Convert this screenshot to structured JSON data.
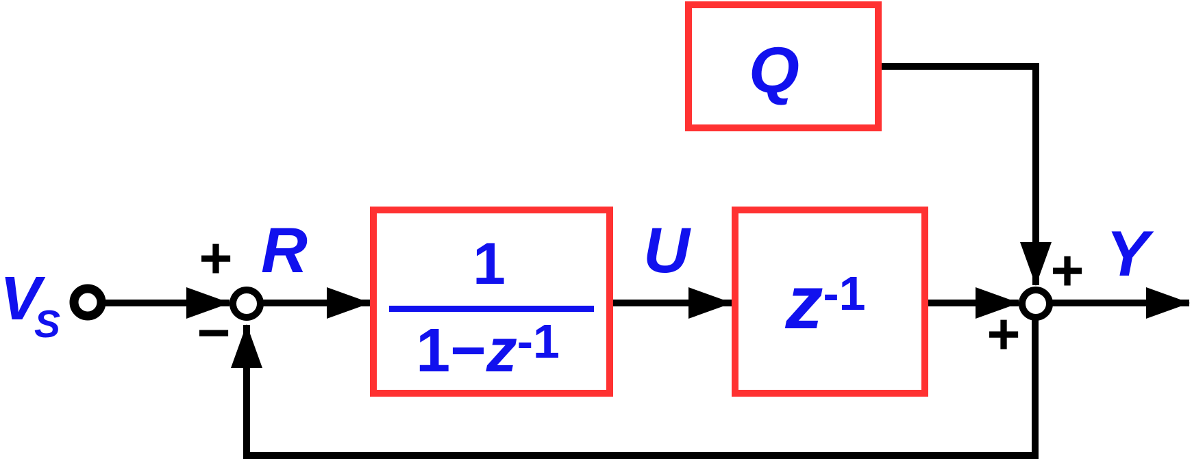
{
  "diagram": {
    "description": "Delta-sigma modulator signal flow block diagram",
    "colors": {
      "block_border_red": "#ff3232",
      "label_blue": "#1111ee",
      "line_black": "#000000",
      "background": "#ffffff"
    },
    "signals": {
      "input": {
        "base": "V",
        "subscript": "S"
      },
      "error": "R",
      "accumulator_output": "U",
      "output": "Y"
    },
    "blocks": {
      "accumulator": {
        "numerator": "1",
        "denominator_prefix": "1−",
        "denominator_z": "z",
        "denominator_exponent": "-1"
      },
      "delay": {
        "base": "z",
        "exponent": "-1"
      },
      "noise": {
        "label": "Q"
      }
    },
    "junctions": {
      "input_sum": {
        "top_sign": "+",
        "bottom_sign": "−"
      },
      "output_sum": {
        "top_sign": "+",
        "left_sign": "+"
      }
    }
  }
}
